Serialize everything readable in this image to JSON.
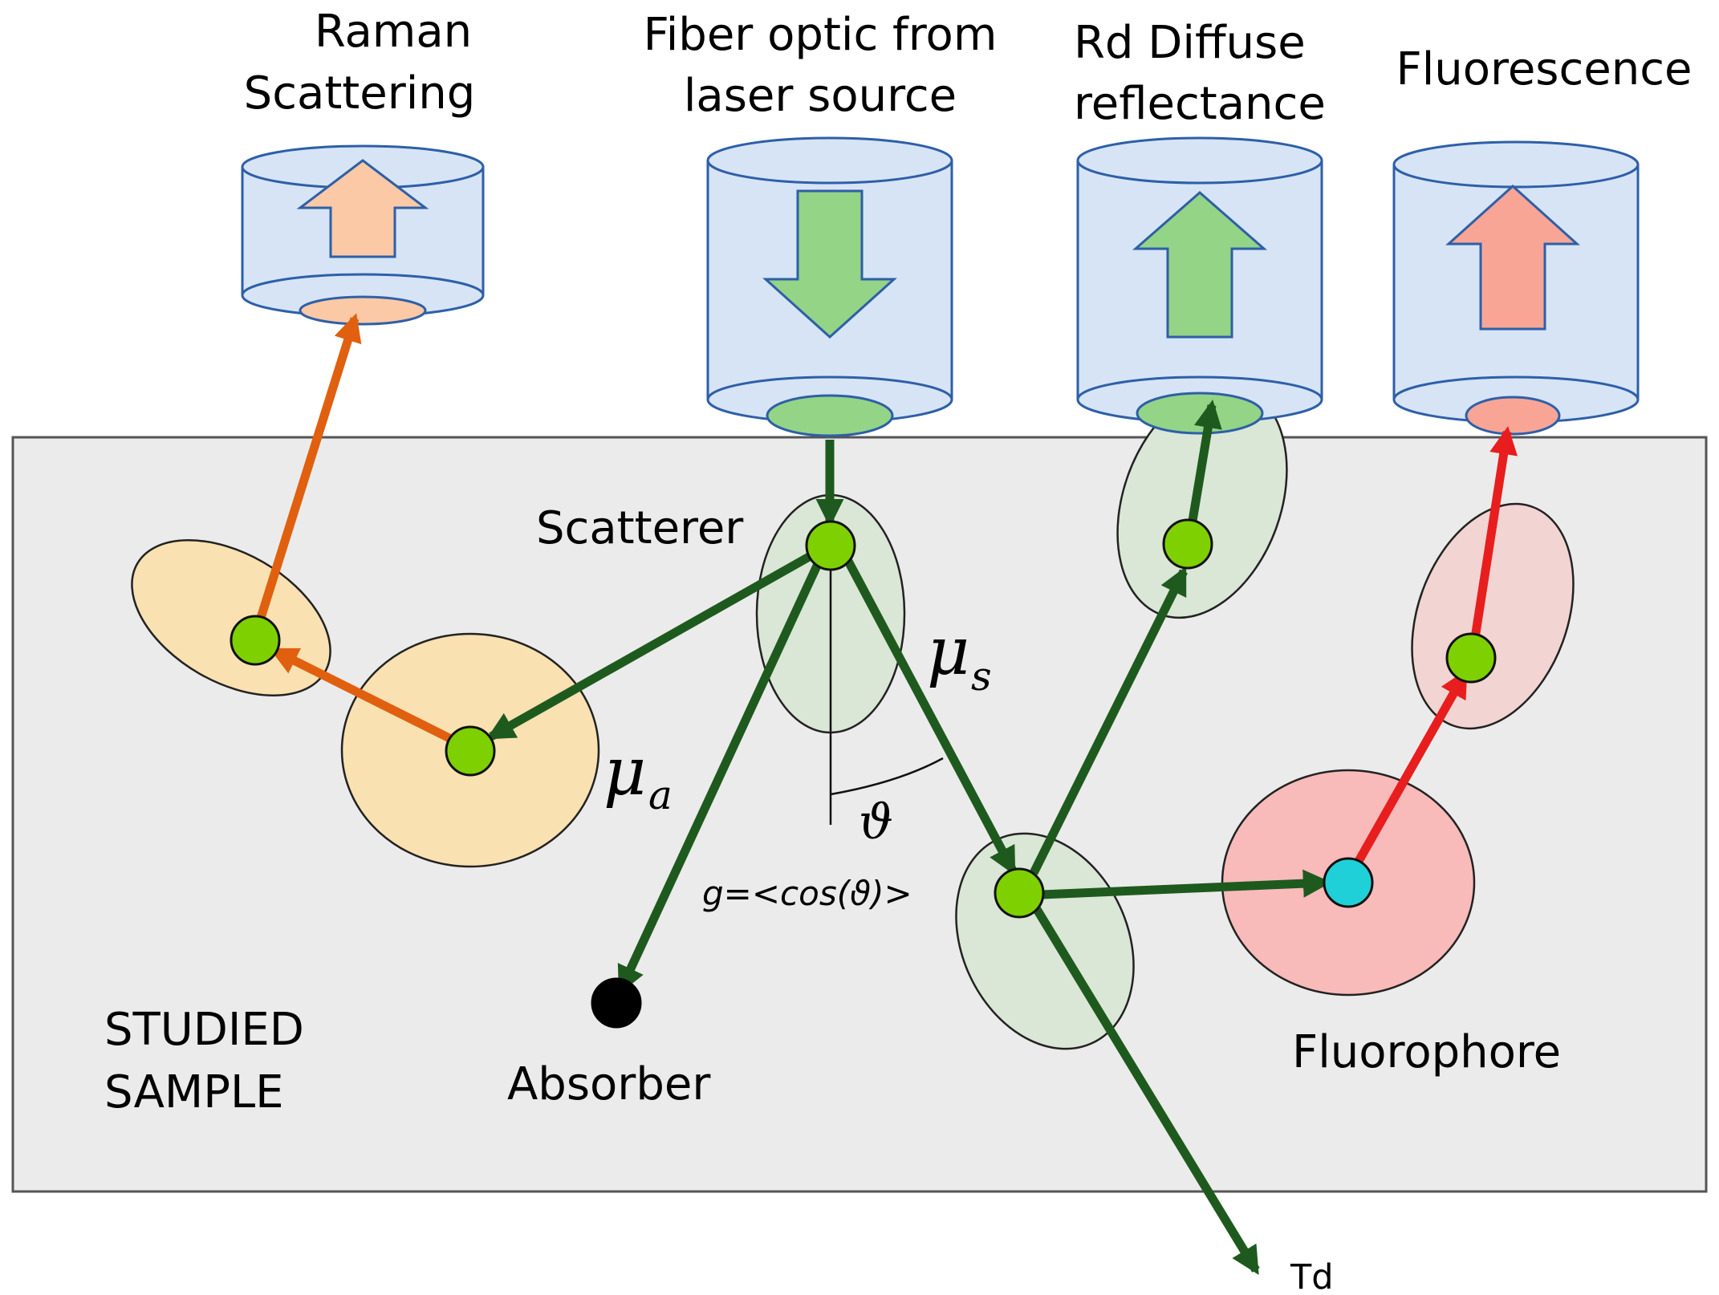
{
  "labels": {
    "raman_line1": "Raman",
    "raman_line2": "Scattering",
    "fiber_line1": "Fiber optic from",
    "fiber_line2": "laser source",
    "rd_line1": "Rd Diffuse",
    "rd_line2": "reflectance",
    "fluorescence": "Fluorescence",
    "scatterer": "Scatterer",
    "absorber": "Absorber",
    "fluorophore": "Fluorophore",
    "sample_line1": "STUDIED",
    "sample_line2": "SAMPLE",
    "td": "Td",
    "g_formula": "g=<cos(ϑ)>",
    "mu_s_symbol": "μ",
    "mu_s_sub": "s",
    "mu_a_symbol": "μ",
    "mu_a_sub": "a",
    "theta": "ϑ"
  },
  "colors": {
    "sample_fill": "#ebebeb",
    "fiber_fill": "#d6e4f5",
    "fiber_stroke": "#2e5fa8",
    "photon_path": "#1e5a1e",
    "raman_path": "#e06010",
    "fluorescence_path": "#e81e1e",
    "scatter_dot": "#7ed000",
    "fluorophore_dot": "#20d0d8",
    "absorber_dot": "#000000",
    "absorption_zone": "#f9e1b1",
    "scattering_zone": "#dae6d6",
    "fluorescence_zone": "#f9baba",
    "fluorescence_emission_zone": "#f2d4d2",
    "arrow_green": "#93d487",
    "arrow_peach": "#fbc9a6",
    "arrow_salmon": "#f9a596"
  },
  "icons": {
    "raman_fiber_arrow": "up-arrow-icon",
    "laser_fiber_arrow": "down-arrow-icon",
    "rd_fiber_arrow": "up-arrow-icon",
    "fluorescence_fiber_arrow": "up-arrow-icon"
  }
}
